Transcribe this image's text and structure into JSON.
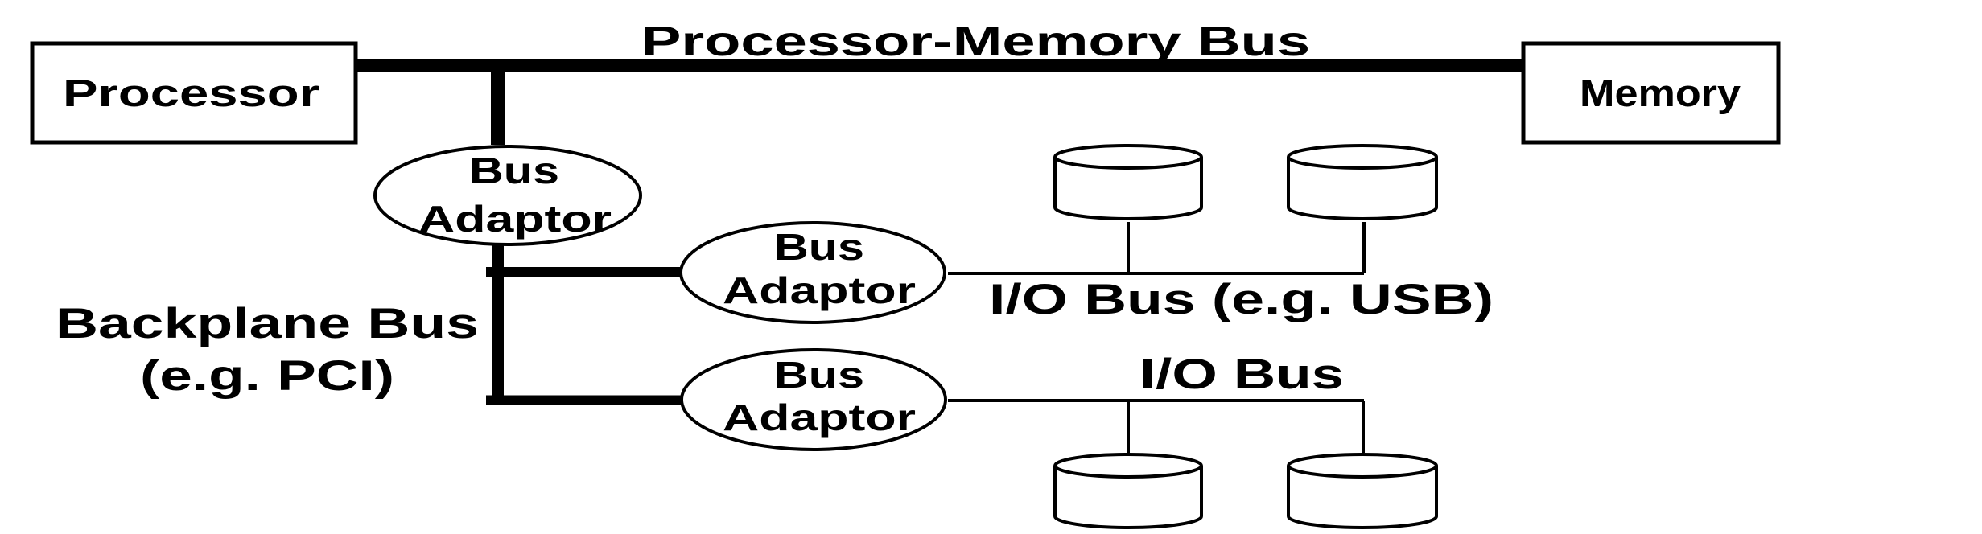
{
  "diagram": {
    "title": "Processor-Memory Bus",
    "processor": {
      "label": "Processor"
    },
    "memory": {
      "label": "Memory"
    },
    "adaptors": [
      {
        "line1": "Bus",
        "line2": "Adaptor"
      },
      {
        "line1": "Bus",
        "line2": "Adaptor"
      },
      {
        "line1": "Bus",
        "line2": "Adaptor"
      }
    ],
    "backplane": {
      "line1": "Backplane Bus",
      "line2": "(e.g. PCI)"
    },
    "io_bus_1": {
      "label": "I/O Bus (e.g. USB)",
      "disk_count": 2
    },
    "io_bus_2": {
      "label": "I/O Bus",
      "disk_count": 2
    },
    "colors": {
      "stroke": "#000000",
      "background": "#ffffff"
    }
  }
}
